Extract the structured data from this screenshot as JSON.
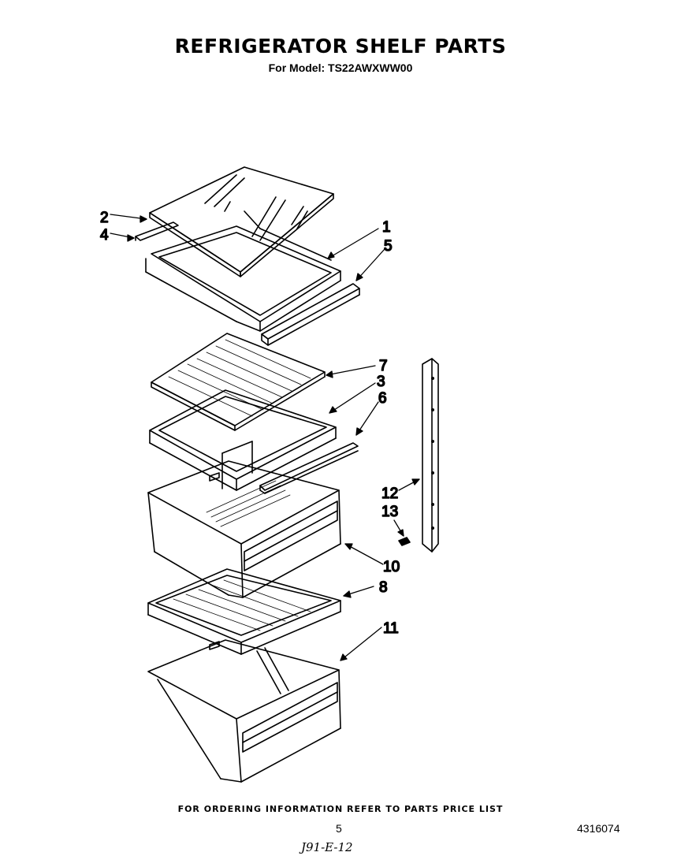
{
  "header": {
    "title": "REFRIGERATOR SHELF PARTS",
    "subtitle": "For Model: TS22AWXWW00"
  },
  "diagram": {
    "callouts": [
      {
        "id": "c1",
        "label": "1"
      },
      {
        "id": "c2",
        "label": "2"
      },
      {
        "id": "c3",
        "label": "3"
      },
      {
        "id": "c4",
        "label": "4"
      },
      {
        "id": "c5",
        "label": "5"
      },
      {
        "id": "c6",
        "label": "6"
      },
      {
        "id": "c7",
        "label": "7"
      },
      {
        "id": "c8",
        "label": "8"
      },
      {
        "id": "c10",
        "label": "10"
      },
      {
        "id": "c11",
        "label": "11"
      },
      {
        "id": "c12",
        "label": "12"
      },
      {
        "id": "c13",
        "label": "13"
      }
    ]
  },
  "footer": {
    "ordering_note": "FOR ORDERING INFORMATION REFER TO PARTS PRICE LIST",
    "page_number": "5",
    "document_number": "4316074",
    "handwritten_mark": "J91-E-12"
  }
}
